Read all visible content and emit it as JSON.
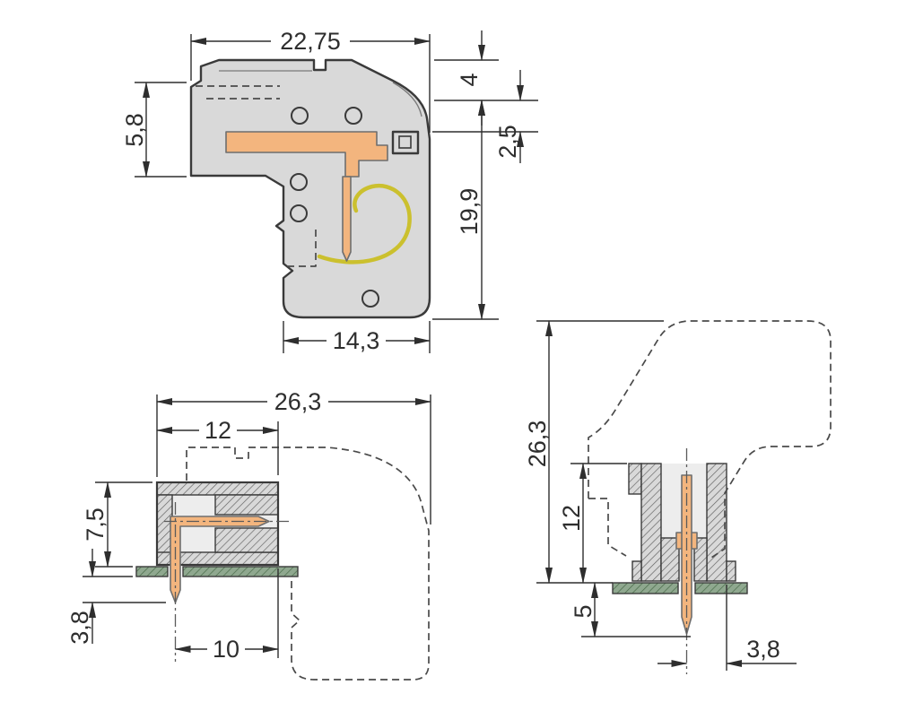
{
  "colors": {
    "background": "#ffffff",
    "body_fill": "#d9d9d9",
    "outline": "#3a3a3a",
    "dimension_lines": "#2e2e2e",
    "contact_orange": "#f3b57e",
    "spring_yellow": "#cbc02e",
    "pcb_green": "#8fa88f",
    "hidden_dashed": "#4a4a4a"
  },
  "views": {
    "side_angled": {
      "dims": {
        "total_width": "22,75",
        "top_offset": "4",
        "latch_height": "5,8",
        "face_offset": "2,5",
        "total_height": "19,9",
        "lower_width": "14,3"
      }
    },
    "side_mounted": {
      "dims": {
        "total_depth": "26,3",
        "housing_depth": "12",
        "height_above_board": "7,5",
        "pin_below_board": "3,8",
        "pin_to_face": "10"
      }
    },
    "front_mounted": {
      "dims": {
        "total_height": "26,3",
        "housing_height": "12",
        "pin_below_board": "5",
        "pin_to_edge": "3,8"
      }
    }
  }
}
